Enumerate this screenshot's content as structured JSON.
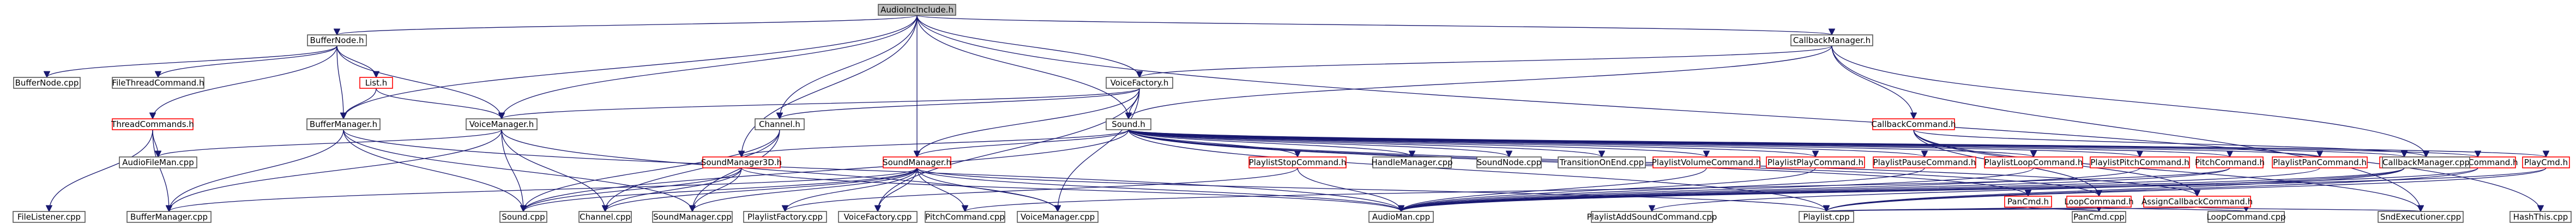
{
  "colors": {
    "edge": "#191970",
    "root_fill": "#bfbfbf",
    "node_border": "#555555",
    "unresolved_border": "#ff0000",
    "background": "#ffffff"
  },
  "nodes": [
    {
      "id": "audioinclude",
      "label": "AudioIncInclude.h",
      "kind": "root"
    },
    {
      "id": "buffernode_h",
      "label": "BufferNode.h",
      "kind": "normal"
    },
    {
      "id": "buffernode_cpp",
      "label": "BufferNode.cpp",
      "kind": "normal"
    },
    {
      "id": "filethread_h",
      "label": "FileThreadCommand.h",
      "kind": "normal"
    },
    {
      "id": "list_h",
      "label": "List.h",
      "kind": "unresolved"
    },
    {
      "id": "threadcommands_h",
      "label": "ThreadCommands.h",
      "kind": "unresolved"
    },
    {
      "id": "buffermanager_h",
      "label": "BufferManager.h",
      "kind": "normal"
    },
    {
      "id": "voicemanager_h",
      "label": "VoiceManager.h",
      "kind": "normal"
    },
    {
      "id": "voicefactory_h",
      "label": "VoiceFactory.h",
      "kind": "normal"
    },
    {
      "id": "callbackmanager_h",
      "label": "CallbackManager.h",
      "kind": "normal"
    },
    {
      "id": "channel_h",
      "label": "Channel.h",
      "kind": "normal"
    },
    {
      "id": "audiofilman_cpp",
      "label": "AudioFileMan.cpp",
      "kind": "normal"
    },
    {
      "id": "sound_h",
      "label": "Sound.h",
      "kind": "normal"
    },
    {
      "id": "callbackcommand_h",
      "label": "CallbackCommand.h",
      "kind": "unresolved"
    },
    {
      "id": "soundmanager3d_h",
      "label": "SoundManager3D.h",
      "kind": "unresolved"
    },
    {
      "id": "soundmanager_h",
      "label": "SoundManager.h",
      "kind": "unresolved"
    },
    {
      "id": "playliststopcommand_h",
      "label": "PlaylistStopCommand.h",
      "kind": "unresolved"
    },
    {
      "id": "handlemanager_cpp",
      "label": "HandleManager.cpp",
      "kind": "normal"
    },
    {
      "id": "soundnode_cpp",
      "label": "SoundNode.cpp",
      "kind": "normal"
    },
    {
      "id": "transitiononend_cpp",
      "label": "TransitionOnEnd.cpp",
      "kind": "normal"
    },
    {
      "id": "playlistvolumecommand_h",
      "label": "PlaylistVolumeCommand.h",
      "kind": "unresolved"
    },
    {
      "id": "playlistplaycommand_h",
      "label": "PlaylistPlayCommand.h",
      "kind": "unresolved"
    },
    {
      "id": "playlistpausecommand_h",
      "label": "PlaylistPauseCommand.h",
      "kind": "unresolved"
    },
    {
      "id": "playlistloopcommand_h",
      "label": "PlaylistLoopCommand.h",
      "kind": "unresolved"
    },
    {
      "id": "playlistpitchcommand_h",
      "label": "PlaylistPitchCommand.h",
      "kind": "unresolved"
    },
    {
      "id": "pitchcommand_h",
      "label": "PitchCommand.h",
      "kind": "unresolved"
    },
    {
      "id": "playlistpancommand_h",
      "label": "PlaylistPanCommand.h",
      "kind": "unresolved"
    },
    {
      "id": "hashthis_h",
      "label": "HashThis.h",
      "kind": "unresolved"
    },
    {
      "id": "volumecommand_h",
      "label": "VolumeCommand.h",
      "kind": "unresolved"
    },
    {
      "id": "playcmd_h",
      "label": "PlayCmd.h",
      "kind": "unresolved"
    },
    {
      "id": "pancmd_h",
      "label": "PanCmd.h",
      "kind": "unresolved"
    },
    {
      "id": "loopcommand_h",
      "label": "LoopCommand.h",
      "kind": "unresolved"
    },
    {
      "id": "assigncallbackcommand_h",
      "label": "AssignCallbackCommand.h",
      "kind": "unresolved"
    },
    {
      "id": "callbackmanager_cpp",
      "label": "CallbackManager.cpp",
      "kind": "normal"
    },
    {
      "id": "filelistener_cpp",
      "label": "FileListener.cpp",
      "kind": "normal"
    },
    {
      "id": "buffermanager_cpp",
      "label": "BufferManager.cpp",
      "kind": "normal"
    },
    {
      "id": "sound_cpp",
      "label": "Sound.cpp",
      "kind": "normal"
    },
    {
      "id": "channel_cpp",
      "label": "Channel.cpp",
      "kind": "normal"
    },
    {
      "id": "soundmanager_cpp",
      "label": "SoundManager.cpp",
      "kind": "normal"
    },
    {
      "id": "playlistfactory_cpp",
      "label": "PlaylistFactory.cpp",
      "kind": "normal"
    },
    {
      "id": "voicefactory_cpp",
      "label": "VoiceFactory.cpp",
      "kind": "normal"
    },
    {
      "id": "pitchcommand_cpp",
      "label": "PitchCommand.cpp",
      "kind": "normal"
    },
    {
      "id": "voicemanager_cpp",
      "label": "VoiceManager.cpp",
      "kind": "normal"
    },
    {
      "id": "audioman_cpp",
      "label": "AudioMan.cpp",
      "kind": "normal"
    },
    {
      "id": "playlistaddsoundcommand_cpp",
      "label": "PlaylistAddSoundCommand.cpp",
      "kind": "normal"
    },
    {
      "id": "playlist_cpp",
      "label": "Playlist.cpp",
      "kind": "normal"
    },
    {
      "id": "pancmd_cpp",
      "label": "PanCmd.cpp",
      "kind": "normal"
    },
    {
      "id": "loopcommand_cpp",
      "label": "LoopCommand.cpp",
      "kind": "normal"
    },
    {
      "id": "sndexecutioner_cpp",
      "label": "SndExecutioner.cpp",
      "kind": "normal"
    },
    {
      "id": "hashthis_cpp",
      "label": "HashThis.cpp",
      "kind": "normal"
    }
  ],
  "edges": [
    [
      "audioinclude",
      "buffernode_h"
    ],
    [
      "audioinclude",
      "buffermanager_h"
    ],
    [
      "audioinclude",
      "voicemanager_h"
    ],
    [
      "audioinclude",
      "voicefactory_h"
    ],
    [
      "audioinclude",
      "callbackmanager_h"
    ],
    [
      "audioinclude",
      "channel_h"
    ],
    [
      "audioinclude",
      "sound_h"
    ],
    [
      "audioinclude",
      "soundmanager3d_h"
    ],
    [
      "audioinclude",
      "soundmanager_h"
    ],
    [
      "audioinclude",
      "hashthis_cpp"
    ],
    [
      "buffernode_h",
      "buffernode_cpp"
    ],
    [
      "buffernode_h",
      "filethread_h"
    ],
    [
      "buffernode_h",
      "list_h"
    ],
    [
      "buffernode_h",
      "threadcommands_h"
    ],
    [
      "buffernode_h",
      "buffermanager_h"
    ],
    [
      "buffernode_h",
      "voicemanager_h"
    ],
    [
      "list_h",
      "buffermanager_h"
    ],
    [
      "list_h",
      "voicemanager_h"
    ],
    [
      "threadcommands_h",
      "audiofilman_cpp"
    ],
    [
      "threadcommands_h",
      "filelistener_cpp"
    ],
    [
      "threadcommands_h",
      "buffermanager_cpp"
    ],
    [
      "buffermanager_h",
      "buffermanager_cpp"
    ],
    [
      "buffermanager_h",
      "sound_cpp"
    ],
    [
      "buffermanager_h",
      "soundmanager_cpp"
    ],
    [
      "buffermanager_h",
      "audioman_cpp"
    ],
    [
      "voicemanager_h",
      "audiofilman_cpp"
    ],
    [
      "voicemanager_h",
      "buffermanager_cpp"
    ],
    [
      "voicemanager_h",
      "sound_cpp"
    ],
    [
      "voicemanager_h",
      "channel_cpp"
    ],
    [
      "voicemanager_h",
      "voicemanager_cpp"
    ],
    [
      "voicefactory_h",
      "voicemanager_h"
    ],
    [
      "voicefactory_h",
      "channel_h"
    ],
    [
      "voicefactory_h",
      "sound_h"
    ],
    [
      "voicefactory_h",
      "soundmanager_h"
    ],
    [
      "voicefactory_h",
      "voicefactory_cpp"
    ],
    [
      "voicefactory_h",
      "voicemanager_cpp"
    ],
    [
      "callbackmanager_h",
      "voicefactory_h"
    ],
    [
      "callbackmanager_h",
      "sound_h"
    ],
    [
      "callbackmanager_h",
      "callbackcommand_h"
    ],
    [
      "callbackmanager_h",
      "callbackmanager_cpp"
    ],
    [
      "callbackmanager_h",
      "sndexecutioner_cpp"
    ],
    [
      "channel_h",
      "sound_cpp"
    ],
    [
      "channel_h",
      "channel_cpp"
    ],
    [
      "channel_h",
      "soundmanager_cpp"
    ],
    [
      "sound_h",
      "soundmanager3d_h"
    ],
    [
      "sound_h",
      "soundmanager_h"
    ],
    [
      "sound_h",
      "playliststopcommand_h"
    ],
    [
      "sound_h",
      "handlemanager_cpp"
    ],
    [
      "sound_h",
      "soundnode_cpp"
    ],
    [
      "sound_h",
      "transitiononend_cpp"
    ],
    [
      "sound_h",
      "playlistvolumecommand_h"
    ],
    [
      "sound_h",
      "playlistplaycommand_h"
    ],
    [
      "sound_h",
      "playlistpausecommand_h"
    ],
    [
      "sound_h",
      "playlistloopcommand_h"
    ],
    [
      "sound_h",
      "playlistpitchcommand_h"
    ],
    [
      "sound_h",
      "pitchcommand_h"
    ],
    [
      "sound_h",
      "playlistpancommand_h"
    ],
    [
      "sound_h",
      "hashthis_h"
    ],
    [
      "sound_h",
      "volumecommand_h"
    ],
    [
      "sound_h",
      "playcmd_h"
    ],
    [
      "sound_h",
      "pancmd_h"
    ],
    [
      "sound_h",
      "loopcommand_h"
    ],
    [
      "sound_h",
      "assigncallbackcommand_h"
    ],
    [
      "sound_h",
      "sound_cpp"
    ],
    [
      "sound_h",
      "playlist_cpp"
    ],
    [
      "callbackcommand_h",
      "loopcommand_h"
    ],
    [
      "callbackcommand_h",
      "assigncallbackcommand_h"
    ],
    [
      "callbackcommand_h",
      "callbackmanager_cpp"
    ],
    [
      "callbackcommand_h",
      "sndexecutioner_cpp"
    ],
    [
      "soundmanager3d_h",
      "sound_cpp"
    ],
    [
      "soundmanager3d_h",
      "channel_cpp"
    ],
    [
      "soundmanager3d_h",
      "soundmanager_cpp"
    ],
    [
      "soundmanager3d_h",
      "audioman_cpp"
    ],
    [
      "soundmanager_h",
      "buffermanager_cpp"
    ],
    [
      "soundmanager_h",
      "sound_cpp"
    ],
    [
      "soundmanager_h",
      "channel_cpp"
    ],
    [
      "soundmanager_h",
      "soundmanager_cpp"
    ],
    [
      "soundmanager_h",
      "playlistfactory_cpp"
    ],
    [
      "soundmanager_h",
      "voicefactory_cpp"
    ],
    [
      "soundmanager_h",
      "pitchcommand_cpp"
    ],
    [
      "soundmanager_h",
      "voicemanager_cpp"
    ],
    [
      "soundmanager_h",
      "audioman_cpp"
    ],
    [
      "soundmanager_h",
      "playlist_cpp"
    ],
    [
      "playliststopcommand_h",
      "audioman_cpp"
    ],
    [
      "playliststopcommand_h",
      "playlistfactory_cpp"
    ],
    [
      "playlistvolumecommand_h",
      "audioman_cpp"
    ],
    [
      "playlistplaycommand_h",
      "audioman_cpp"
    ],
    [
      "playlistpausecommand_h",
      "audioman_cpp"
    ],
    [
      "playlistloopcommand_h",
      "audioman_cpp"
    ],
    [
      "playlistpitchcommand_h",
      "audioman_cpp"
    ],
    [
      "pitchcommand_h",
      "audioman_cpp"
    ],
    [
      "pitchcommand_h",
      "pitchcommand_cpp"
    ],
    [
      "playlistpancommand_h",
      "audioman_cpp"
    ],
    [
      "hashthis_h",
      "audioman_cpp"
    ],
    [
      "hashthis_h",
      "playlistaddsoundcommand_cpp"
    ],
    [
      "hashthis_h",
      "playlist_cpp"
    ],
    [
      "volumecommand_h",
      "audioman_cpp"
    ],
    [
      "volumecommand_h",
      "playlist_cpp"
    ],
    [
      "playcmd_h",
      "audioman_cpp"
    ],
    [
      "playcmd_h",
      "playlist_cpp"
    ],
    [
      "pancmd_h",
      "playlist_cpp"
    ],
    [
      "pancmd_h",
      "pancmd_cpp"
    ],
    [
      "loopcommand_h",
      "playlist_cpp"
    ],
    [
      "loopcommand_h",
      "loopcommand_cpp"
    ],
    [
      "assigncallbackcommand_h",
      "playlist_cpp"
    ],
    [
      "assigncallbackcommand_h",
      "sndexecutioner_cpp"
    ]
  ]
}
